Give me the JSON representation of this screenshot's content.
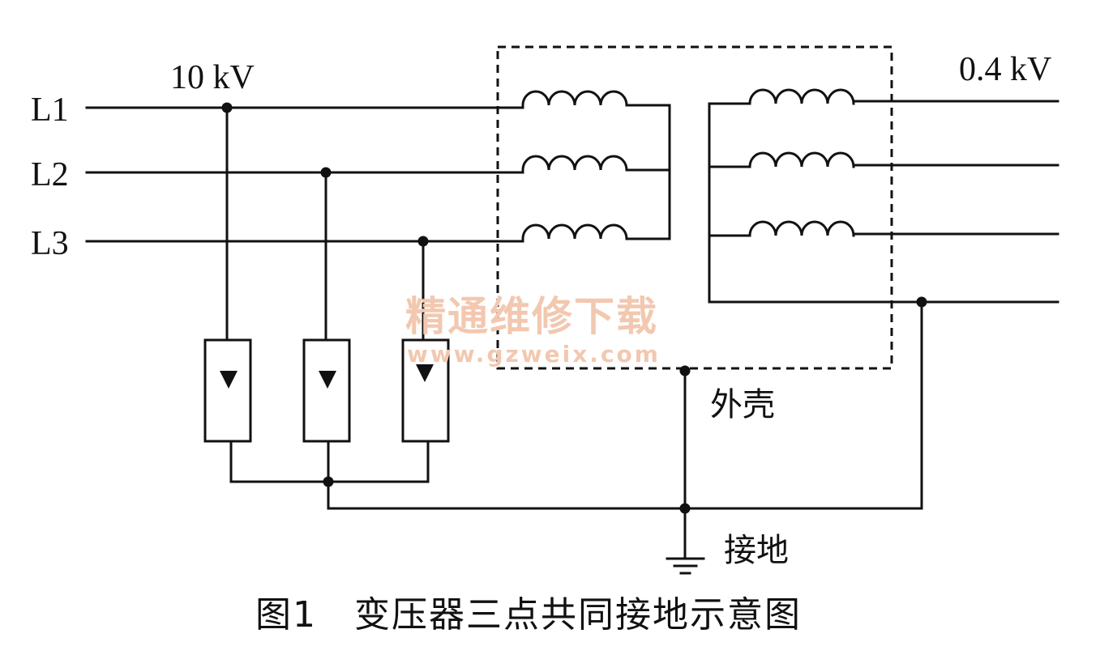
{
  "labels": {
    "L1": "L1",
    "L2": "L2",
    "L3": "L3",
    "hv_voltage": "10 kV",
    "lv_voltage": "0.4 kV",
    "enclosure": "外壳",
    "ground": "接地"
  },
  "caption": "图1　变压器三点共同接地示意图",
  "watermark": {
    "name": "精通维修下载",
    "url": "www.gzweix.com"
  },
  "colors": {
    "line": "#111111",
    "watermark": "#f2c8b0"
  }
}
